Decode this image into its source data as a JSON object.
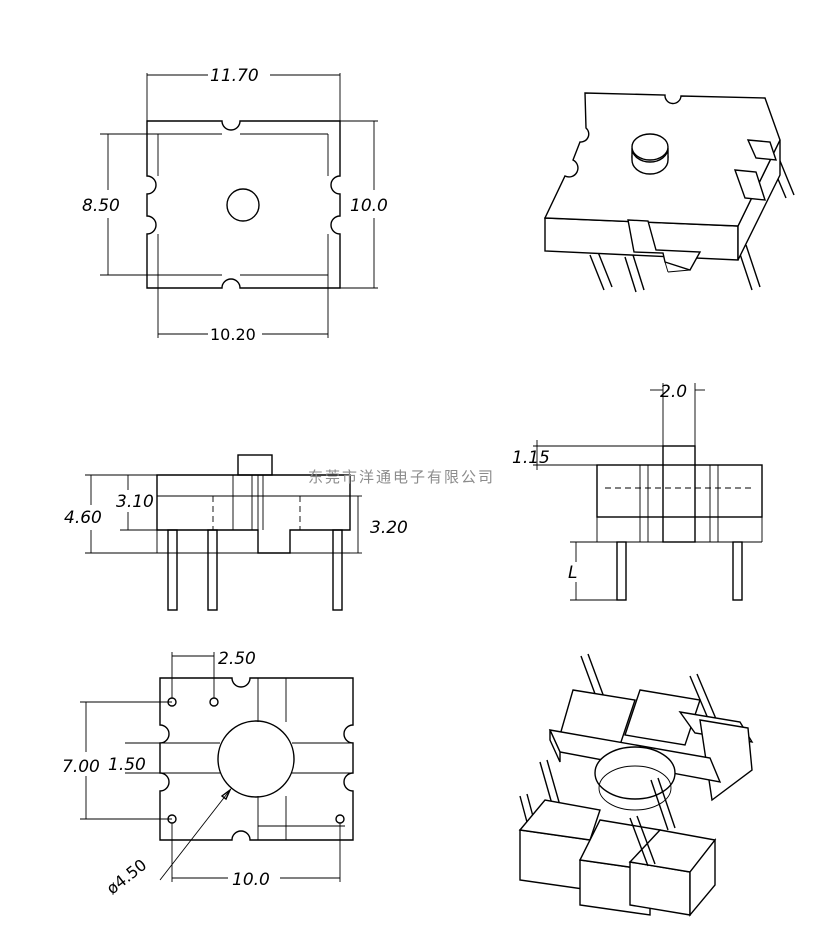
{
  "drawing": {
    "top_view": {
      "width_dim": "11.70",
      "height_dim": "8.50",
      "right_height_dim": "10.0",
      "bottom_width_dim": "10.20"
    },
    "side_view": {
      "height_total": "4.60",
      "height_body": "3.10",
      "slot_height": "3.20"
    },
    "end_view": {
      "post_width": "2.0",
      "post_height": "1.15",
      "pin_length": "L"
    },
    "bottom_view": {
      "pin_pitch": "2.50",
      "row_span": "7.00",
      "slot_width": "1.50",
      "hole_diameter": "ø4.50",
      "pin_span": "10.0"
    },
    "watermark": "东莞市洋通电子有限公司"
  }
}
